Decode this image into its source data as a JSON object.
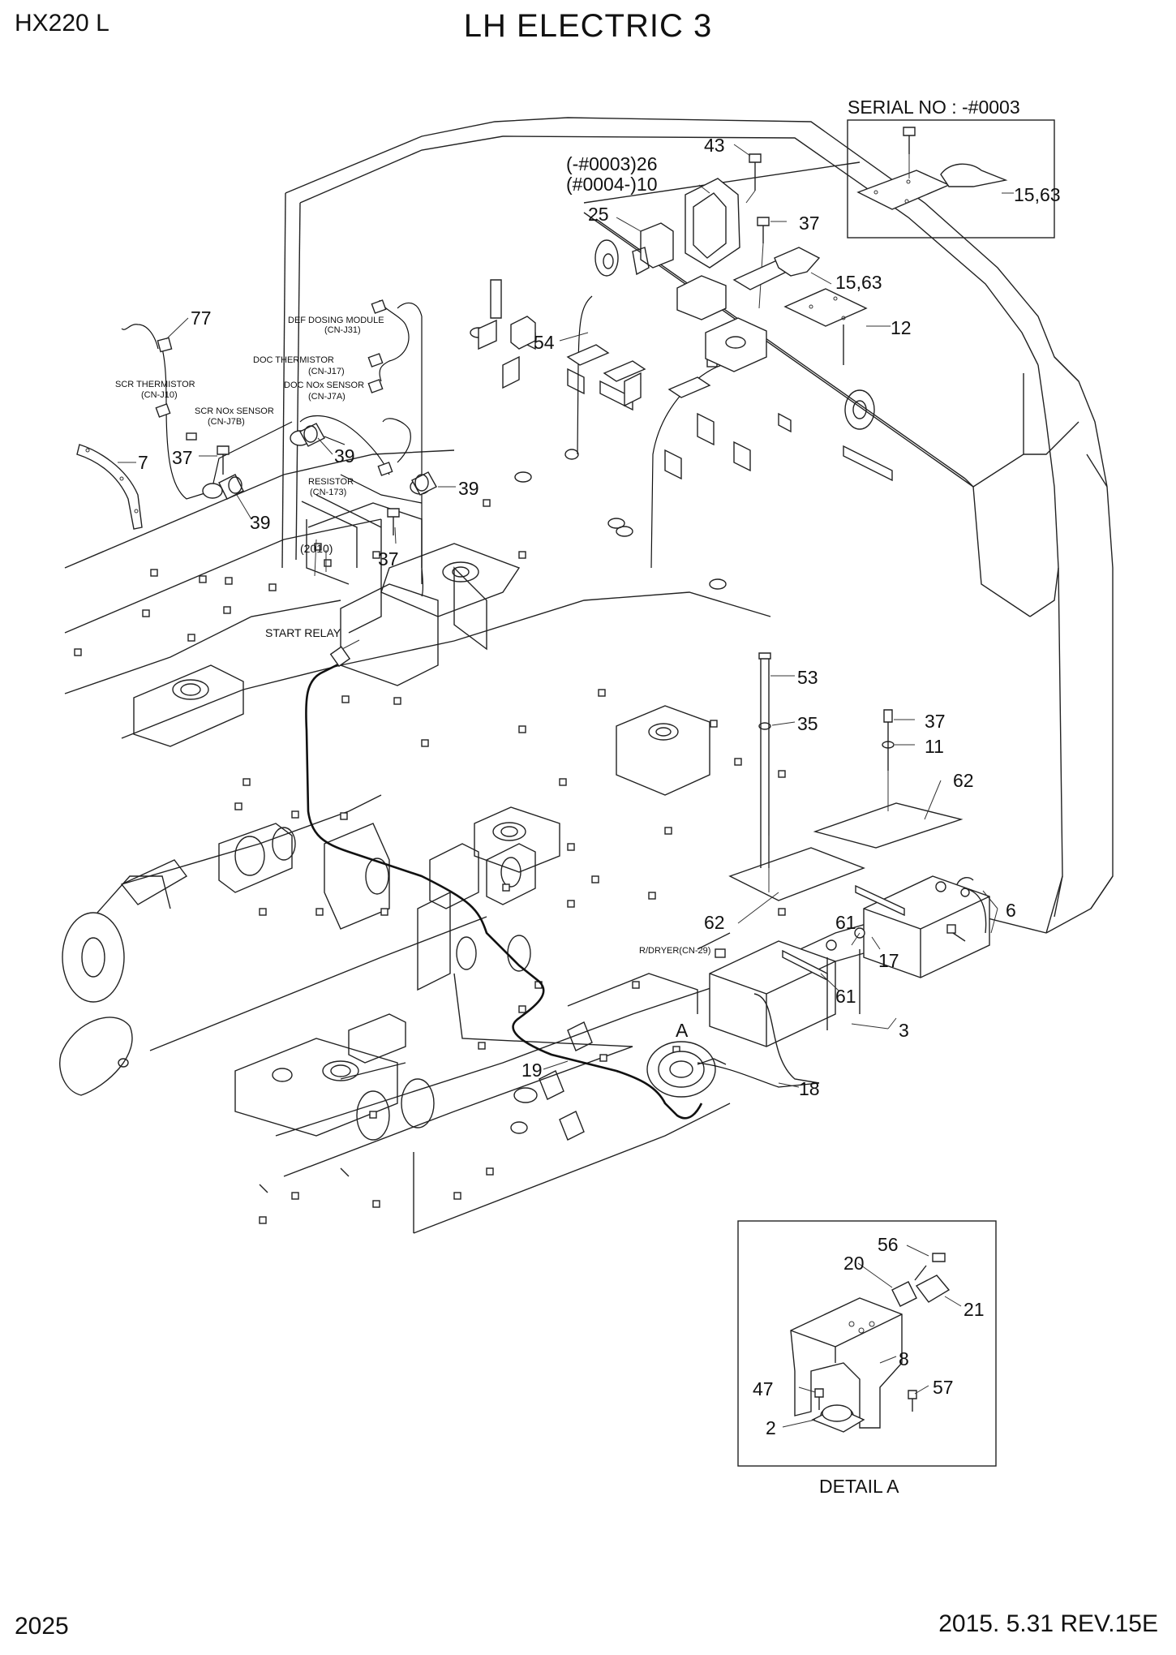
{
  "header": {
    "model": "HX220 L",
    "title": "LH ELECTRIC 3"
  },
  "footer": {
    "page_number": "2025",
    "revision": "2015. 5.31  REV.15E"
  },
  "insets": {
    "serial": {
      "title": "SERIAL NO : -#0003",
      "callout": "15,63"
    },
    "detail_a": {
      "title": "DETAIL A"
    }
  },
  "connector_labels": {
    "def_dosing": "DEF DOSING MODULE",
    "def_dosing_code": "(CN-J31)",
    "doc_thermistor": "DOC THERMISTOR",
    "doc_thermistor_code": "(CN-J17)",
    "doc_nox": "DOC NOx SENSOR",
    "doc_nox_code": "(CN-J7A)",
    "scr_thermistor": "SCR THERMISTOR",
    "scr_thermistor_code": "(CN-J10)",
    "scr_nox": "SCR NOx SENSOR",
    "scr_nox_code": "(CN-J7B)",
    "resistor": "RESISTOR",
    "resistor_code": "(CN-173)",
    "year_note": "(2010)",
    "start_relay": "START RELAY",
    "r_dryer": "R/DRYER(CN-29)",
    "detail_marker": "A"
  },
  "callouts": {
    "c43": "43",
    "c26": "(-#0003)26",
    "c10": "(#0004-)10",
    "c25": "25",
    "c37_top": "37",
    "c15_63": "15,63",
    "c12": "12",
    "c77": "77",
    "c54": "54",
    "c7": "7",
    "c37_a": "37",
    "c39_a": "39",
    "c39_b": "39",
    "c39_c": "39",
    "c37_b": "37",
    "c53": "53",
    "c35": "35",
    "c37_c": "37",
    "c11": "11",
    "c62_a": "62",
    "c62_b": "62",
    "c61_a": "61",
    "c61_b": "61",
    "c6": "6",
    "c17": "17",
    "c3": "3",
    "c19": "19",
    "c18": "18",
    "c56": "56",
    "c20": "20",
    "c21": "21",
    "c8": "8",
    "c47": "47",
    "c57": "57",
    "c2": "2"
  }
}
